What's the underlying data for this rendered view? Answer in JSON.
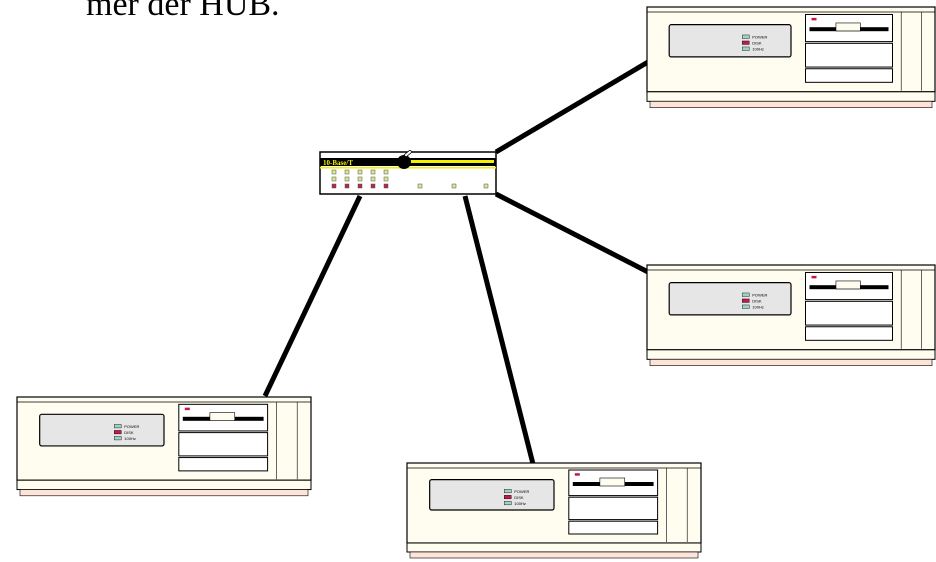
{
  "caption": {
    "text": "mer der HUB."
  },
  "hub": {
    "label": "10-Base/T",
    "led_color_green": "#d8e68c",
    "led_color_red": "#b0284c",
    "stripe_color": "#f0f000"
  },
  "computers": [
    {
      "id": "pc-top-right",
      "indicators": [
        "POWER",
        "DISK",
        "100Hz"
      ]
    },
    {
      "id": "pc-mid-right",
      "indicators": [
        "POWER",
        "DISK",
        "100Hz"
      ]
    },
    {
      "id": "pc-bottom-left",
      "indicators": [
        "POWER",
        "DISK",
        "100Hz"
      ]
    },
    {
      "id": "pc-bottom-center",
      "indicators": [
        "POWER",
        "DISK",
        "100Hz"
      ]
    }
  ],
  "colors": {
    "case": "#fffdf0",
    "case_base": "#fde3d8",
    "panel": "#e6e6e6",
    "line": "#000000"
  }
}
